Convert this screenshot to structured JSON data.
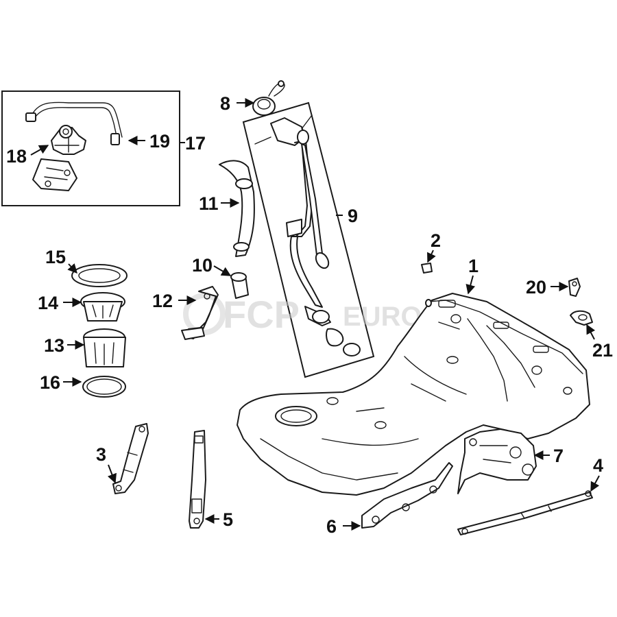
{
  "watermark": {
    "brand": "FCP",
    "suffix": "EURO"
  },
  "callouts": {
    "c1": "1",
    "c2": "2",
    "c3": "3",
    "c4": "4",
    "c5": "5",
    "c6": "6",
    "c7": "7",
    "c8": "8",
    "c9": "9",
    "c10": "10",
    "c11": "11",
    "c12": "12",
    "c13": "13",
    "c14": "14",
    "c15": "15",
    "c16": "16",
    "c17": "17",
    "c18": "18",
    "c19": "19",
    "c20": "20",
    "c21": "21"
  }
}
